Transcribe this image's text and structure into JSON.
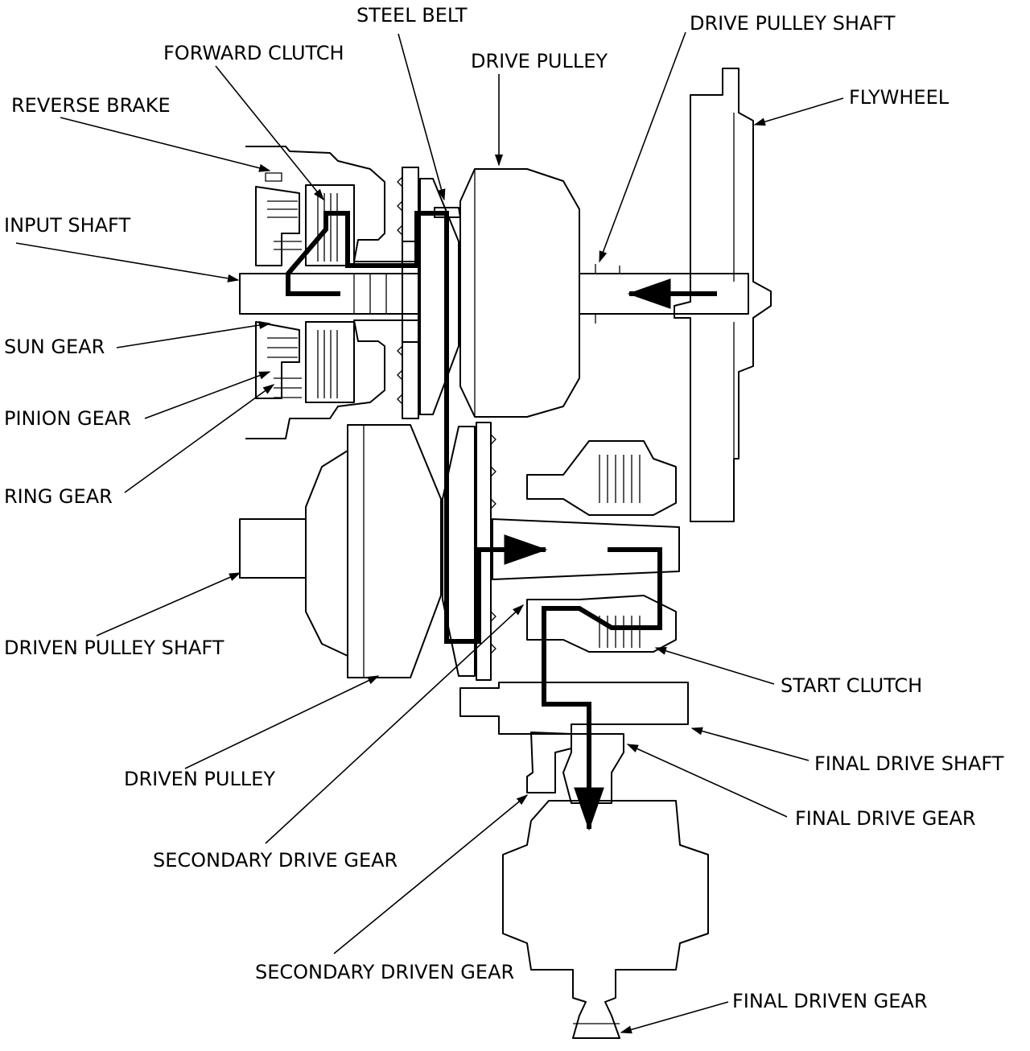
{
  "labels": {
    "steel_belt": "STEEL BELT",
    "drive_pulley_shaft": "DRIVE PULLEY SHAFT",
    "forward_clutch": "FORWARD CLUTCH",
    "drive_pulley": "DRIVE PULLEY",
    "flywheel": "FLYWHEEL",
    "reverse_brake": "REVERSE BRAKE",
    "input_shaft": "INPUT SHAFT",
    "sun_gear": "SUN GEAR",
    "pinion_gear": "PINION GEAR",
    "ring_gear": "RING GEAR",
    "driven_pulley_shaft": "DRIVEN PULLEY SHAFT",
    "start_clutch": "START CLUTCH",
    "final_drive_shaft": "FINAL DRIVE SHAFT",
    "driven_pulley": "DRIVEN PULLEY",
    "final_drive_gear": "FINAL DRIVE GEAR",
    "secondary_drive_gear": "SECONDARY DRIVE GEAR",
    "secondary_driven_gear": "SECONDARY DRIVEN GEAR",
    "final_driven_gear": "FINAL DRIVEN GEAR"
  }
}
